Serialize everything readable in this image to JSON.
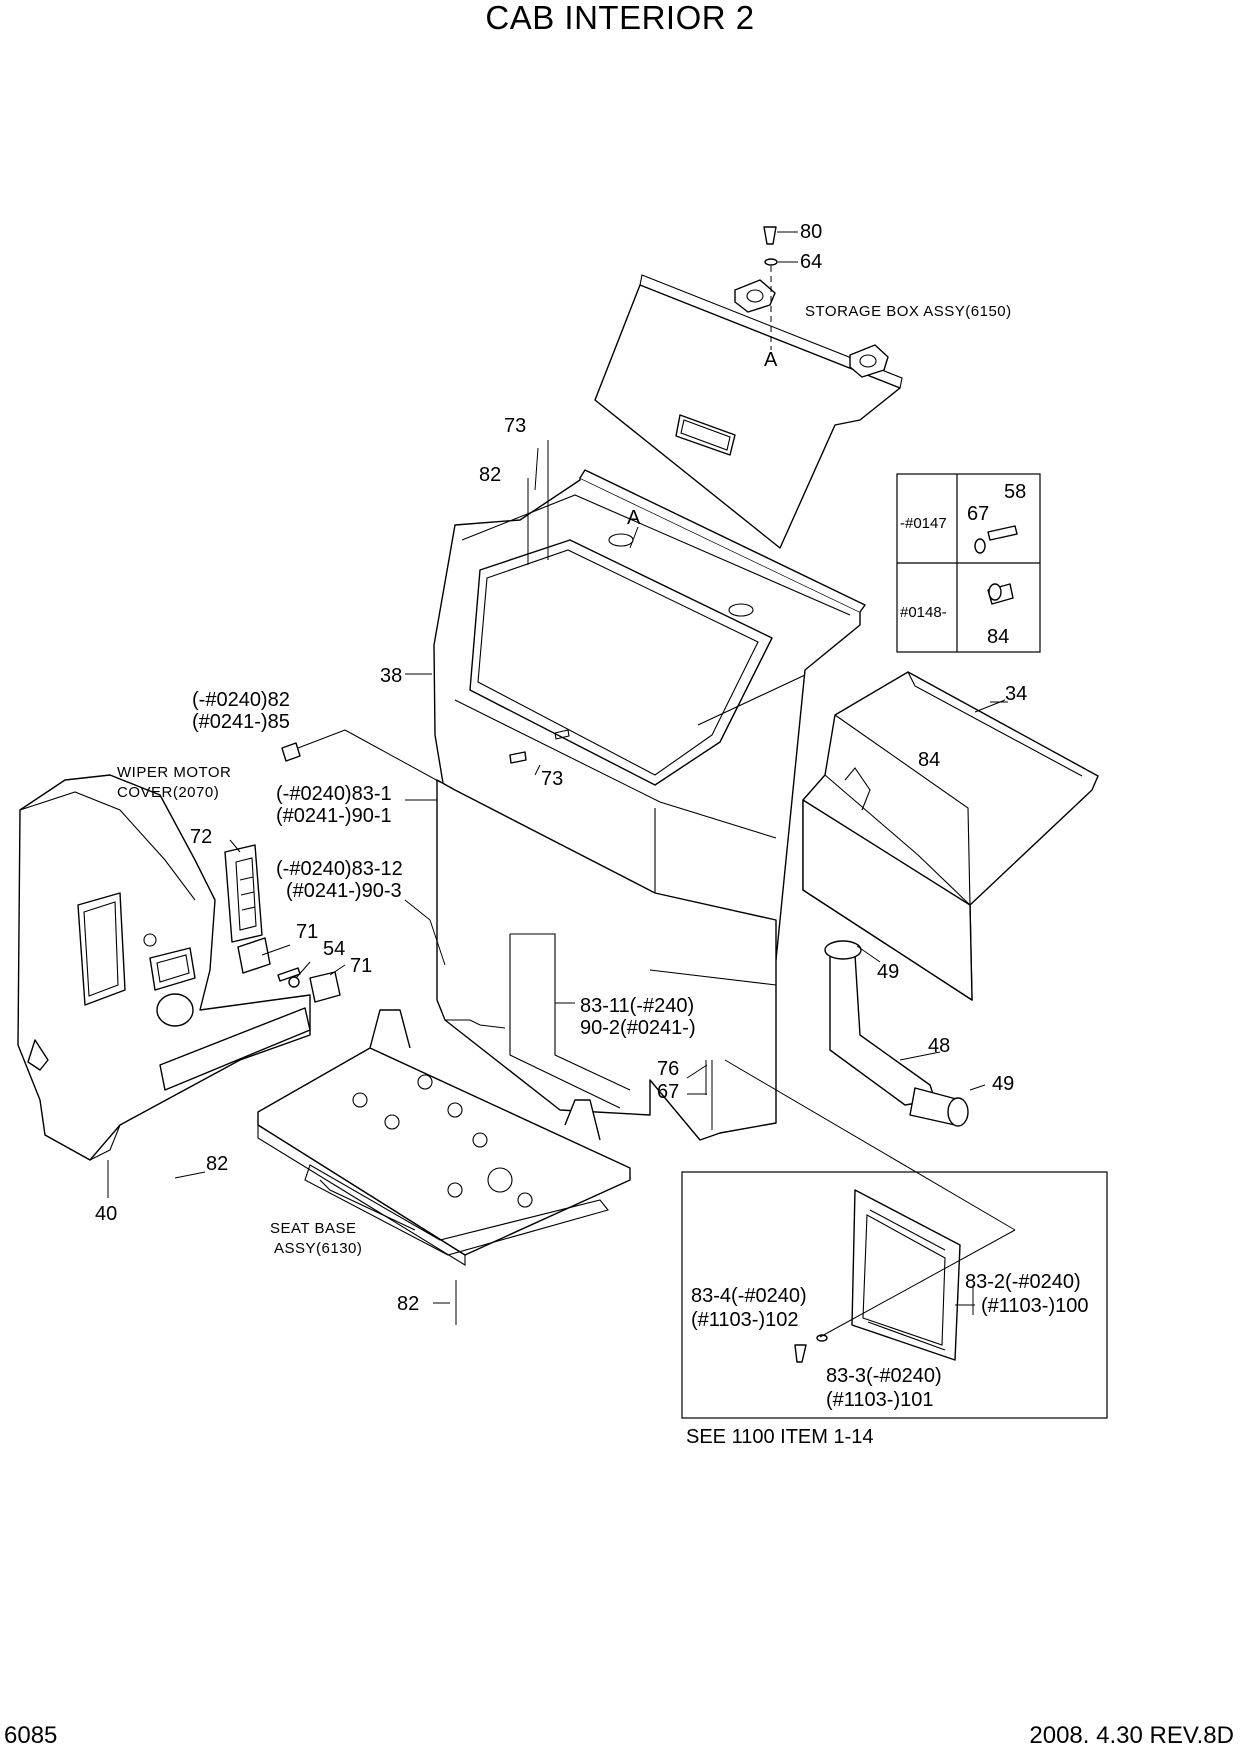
{
  "title": "CAB INTERIOR 2",
  "footer": {
    "page_number": "6085",
    "revision": "2008. 4.30 REV.8D"
  },
  "notes": {
    "storage_box": "STORAGE BOX ASSY(6150)",
    "wiper_cover_1": "WIPER MOTOR",
    "wiper_cover_2": "COVER(2070)",
    "seat_base_1": "SEAT BASE",
    "seat_base_2": "ASSY(6130)",
    "see_also": "SEE 1100 ITEM 1-14"
  },
  "callouts": {
    "p80": "80",
    "p64": "64",
    "ref_a_top": "A",
    "p73_top": "73",
    "p82_top": "82",
    "ref_a_mid": "A",
    "p38": "38",
    "p82_85_a": "(-#0240)82",
    "p82_85_b": "(#0241-)85",
    "p83_1_a": "(-#0240)83-1",
    "p83_1_b": "(#0241-)90-1",
    "p73_mid": "73",
    "p72": "72",
    "p83_12_a": "(-#0240)83-12",
    "p83_12_b": "(#0241-)90-3",
    "p71_a": "71",
    "p54": "54",
    "p71_b": "71",
    "p83_11_a": "83-11(-#240)",
    "p83_11_b": "90-2(#0241-)",
    "p76": "76",
    "p67_mid": "67",
    "p34": "34",
    "p84_right": "84",
    "p49_top": "49",
    "p48": "48",
    "p49_bottom": "49",
    "p82_left": "82",
    "p40": "40",
    "p82_bottom": "82",
    "p83_2_a": "83-2(-#0240)",
    "p83_2_b": "(#1103-)100",
    "p83_4_a": "83-4(-#0240)",
    "p83_4_b": "(#1103-)102",
    "p83_3_a": "83-3(-#0240)",
    "p83_3_b": "(#1103-)101"
  },
  "variant_table": {
    "row1_serial": "-#0147",
    "row1_p67": "67",
    "row1_p58": "58",
    "row2_serial": "#0148-",
    "row2_p84": "84"
  }
}
